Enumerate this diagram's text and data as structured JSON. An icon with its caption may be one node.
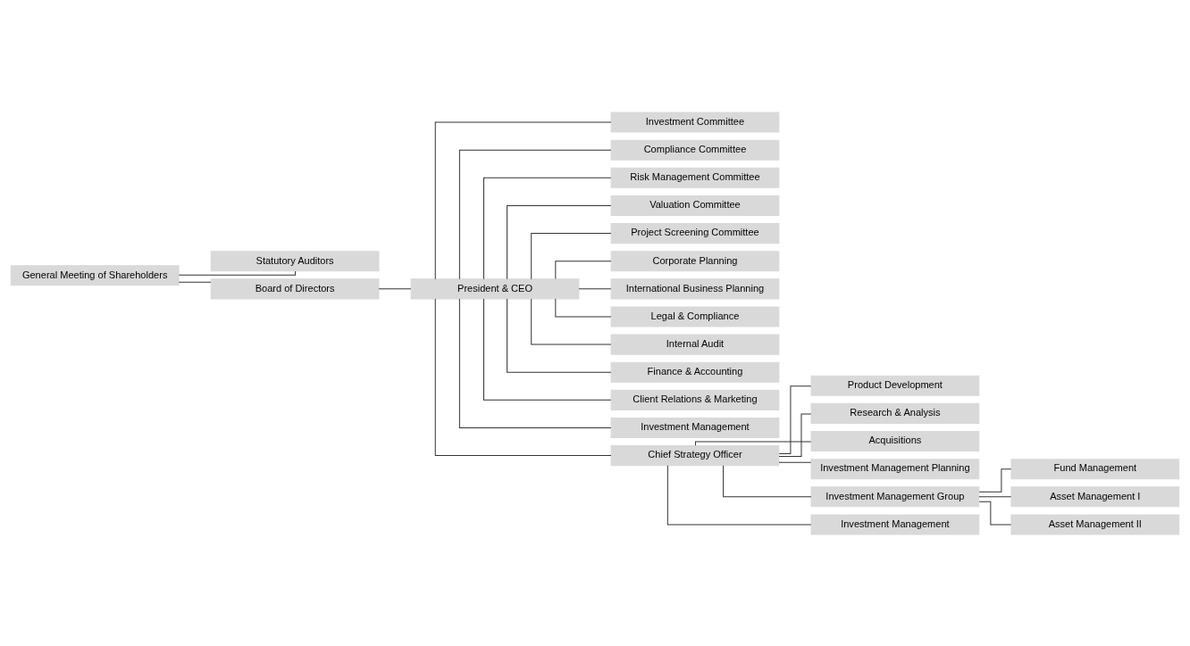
{
  "diagram": {
    "nodes": [
      {
        "text": [
          "General Meeting of Shareholders"
        ]
      },
      {
        "text": [
          "Statutory Auditors"
        ]
      },
      {
        "text": [
          "Board of Directors"
        ]
      },
      {
        "text": [
          "President & CEO"
        ]
      },
      {
        "text": [
          "Investment Committee"
        ]
      },
      {
        "text": [
          "Compliance Committee"
        ]
      },
      {
        "text": [
          "Risk Management Committee"
        ]
      },
      {
        "text": [
          "Valuation Committee"
        ]
      },
      {
        "text": [
          "Project Screening Committee"
        ]
      },
      {
        "text": [
          "Corporate Planning"
        ]
      },
      {
        "text": [
          "International Business Planning"
        ]
      },
      {
        "text": [
          "Legal & Compliance"
        ]
      },
      {
        "text": [
          "Internal Audit"
        ]
      },
      {
        "text": [
          "Finance & Accounting"
        ]
      },
      {
        "text": [
          "Client Relations & Marketing"
        ]
      },
      {
        "text": [
          "Investment Management"
        ]
      },
      {
        "text": [
          "Chief Strategy Officer"
        ]
      },
      {
        "text": [
          "Product Development"
        ]
      },
      {
        "text": [
          "Research & Analysis"
        ]
      },
      {
        "text": [
          "Acquisitions"
        ]
      },
      {
        "text": [
          "Investment Management Planning"
        ]
      },
      {
        "text": [
          "Investment Management Group"
        ]
      },
      {
        "text": [
          "Fund Management"
        ]
      },
      {
        "text": [
          "Asset Management I"
        ]
      },
      {
        "text": [
          "Asset Management II"
        ]
      },
      {
        "text": [
          "Investment Management"
        ]
      }
    ],
    "edges": [
      {
        "from": 0,
        "to": 1,
        "arrow": "none"
      },
      {
        "from": 0,
        "to": 2,
        "arrow": "none"
      },
      {
        "from": 2,
        "to": 3,
        "arrow": "none"
      },
      {
        "from": 3,
        "to": 4,
        "arrow": "none"
      },
      {
        "from": 3,
        "to": 5,
        "arrow": "none"
      },
      {
        "from": 3,
        "to": 6,
        "arrow": "none"
      },
      {
        "from": 3,
        "to": 7,
        "arrow": "none"
      },
      {
        "from": 3,
        "to": 8,
        "arrow": "none"
      },
      {
        "from": 3,
        "to": 9,
        "arrow": "none"
      },
      {
        "from": 3,
        "to": 10,
        "arrow": "none"
      },
      {
        "from": 3,
        "to": 11,
        "arrow": "none"
      },
      {
        "from": 3,
        "to": 12,
        "arrow": "none"
      },
      {
        "from": 3,
        "to": 13,
        "arrow": "none"
      },
      {
        "from": 3,
        "to": 14,
        "arrow": "none"
      },
      {
        "from": 3,
        "to": 15,
        "arrow": "none"
      },
      {
        "from": 3,
        "to": 16,
        "arrow": "none"
      },
      {
        "from": 16,
        "to": 17,
        "arrow": "none"
      },
      {
        "from": 16,
        "to": 18,
        "arrow": "none"
      },
      {
        "from": 16,
        "to": 19,
        "arrow": "none"
      },
      {
        "from": 16,
        "to": 20,
        "arrow": "none"
      },
      {
        "from": 16,
        "to": 21,
        "arrow": "none"
      },
      {
        "from": 21,
        "to": 22,
        "arrow": "none"
      },
      {
        "from": 21,
        "to": 23,
        "arrow": "none"
      },
      {
        "from": 21,
        "to": 24,
        "arrow": "none"
      },
      {
        "from": 16,
        "to": 25,
        "arrow": "none"
      }
    ]
  }
}
